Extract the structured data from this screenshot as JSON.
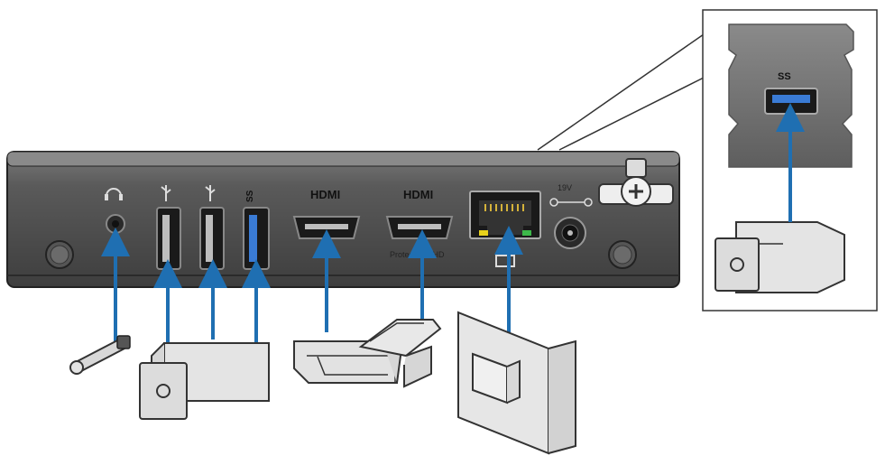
{
  "labels": {
    "hdmi_1": "HDMI",
    "hdmi_2": "HDMI",
    "protected_uhd": "Protected UHD",
    "ss_port": "SS",
    "inset_ss": "SS",
    "power_voltage": "19V"
  },
  "colors": {
    "arrow": "#1f6fb2",
    "chassis": "#4a4a4a",
    "chassis_light": "#6a6a6a",
    "port_fill": "#1a1a1a",
    "usb3_tongue": "#3a7bd5",
    "plug": "#e0e0e0",
    "led_yellow": "#e8d21c",
    "led_green": "#3db84a"
  },
  "icons": [
    "headphone-icon",
    "usb-icon",
    "usb-icon",
    "usb3-ss-icon",
    "ethernet-icon",
    "dc-power-icon",
    "lock-knob-icon"
  ]
}
